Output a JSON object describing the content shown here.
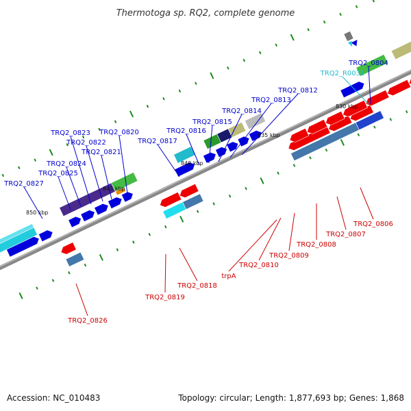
{
  "title": "Thermotoga sp. RQ2, complete genome",
  "footer": {
    "accession": "Accession: NC_010483",
    "summary": "Topology: circular; Length: 1,877,693 bp; Genes: 1,868"
  },
  "colors": {
    "forward_label": "#0000cc",
    "reverse_label": "#cc0000",
    "rna_label": "#22bbcc",
    "backbone": "#888888",
    "tick": "#1a8a1a"
  },
  "scale_labels": [
    "830 kbp",
    "835 kbp",
    "840 kbp",
    "845 kbp",
    "850 kbp"
  ],
  "forward_labels": [
    "TRQ2_0804",
    "TRQ2_0812",
    "TRQ2_0813",
    "TRQ2_0814",
    "TRQ2_0815",
    "TRQ2_0816",
    "TRQ2_0817",
    "TRQ2_0820",
    "TRQ2_0821",
    "TRQ2_0822",
    "TRQ2_0823",
    "TRQ2_0824",
    "TRQ2_0825",
    "TRQ2_0827"
  ],
  "rna_labels": [
    "TRQ2_R0031"
  ],
  "reverse_labels": [
    "TRQ2_0806",
    "TRQ2_0807",
    "TRQ2_0808",
    "TRQ2_0809",
    "TRQ2_0810",
    "trpA",
    "TRQ2_0818",
    "TRQ2_0819",
    "TRQ2_0826"
  ]
}
